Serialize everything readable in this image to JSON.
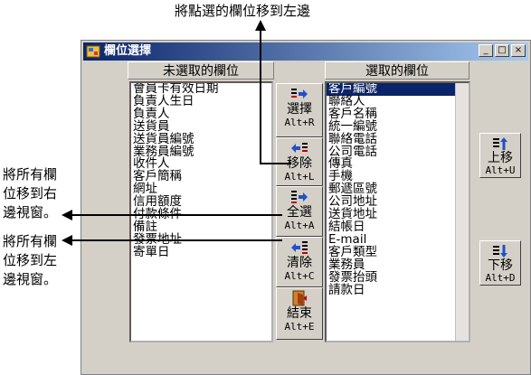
{
  "annotations": {
    "top": "將點選的欄位移到左邊",
    "left1": "將所有欄位移到右邊視窗。",
    "left2": "將所有欄位移到左邊視窗。"
  },
  "window": {
    "title": "欄位選擇",
    "minimize": "_",
    "maximize": "□",
    "close": "×"
  },
  "unselected": {
    "header": "未選取的欄位",
    "items": [
      "會員卡有效日期",
      "負責人生日",
      "負責人",
      "送貨員",
      "送貨員編號",
      "業務員編號",
      "收件人",
      "客戶簡稱",
      "網址",
      "信用額度",
      "付款條件",
      "備註",
      "發票地址",
      "寄單日"
    ]
  },
  "selected": {
    "header": "選取的欄位",
    "items": [
      "客戶編號",
      "聯絡人",
      "客戶名稱",
      "統一編號",
      "聯絡電話",
      "公司電話",
      "傳真",
      "手機",
      "郵遞區號",
      "公司地址",
      "送貨地址",
      "結帳日",
      "E-mail",
      "客戶類型",
      "業務員",
      "發票抬頭",
      "請款日"
    ],
    "selected_index": 0
  },
  "buttons": {
    "select": {
      "label": "選擇",
      "key": "Alt+R"
    },
    "remove": {
      "label": "移除",
      "key": "Alt+L"
    },
    "select_all": {
      "label": "全選",
      "key": "Alt+A"
    },
    "clear": {
      "label": "清除",
      "key": "Alt+C"
    },
    "end": {
      "label": "結束",
      "key": "Alt+E"
    },
    "up": {
      "label": "上移",
      "key": "Alt+U"
    },
    "down": {
      "label": "下移",
      "key": "Alt+D"
    }
  }
}
